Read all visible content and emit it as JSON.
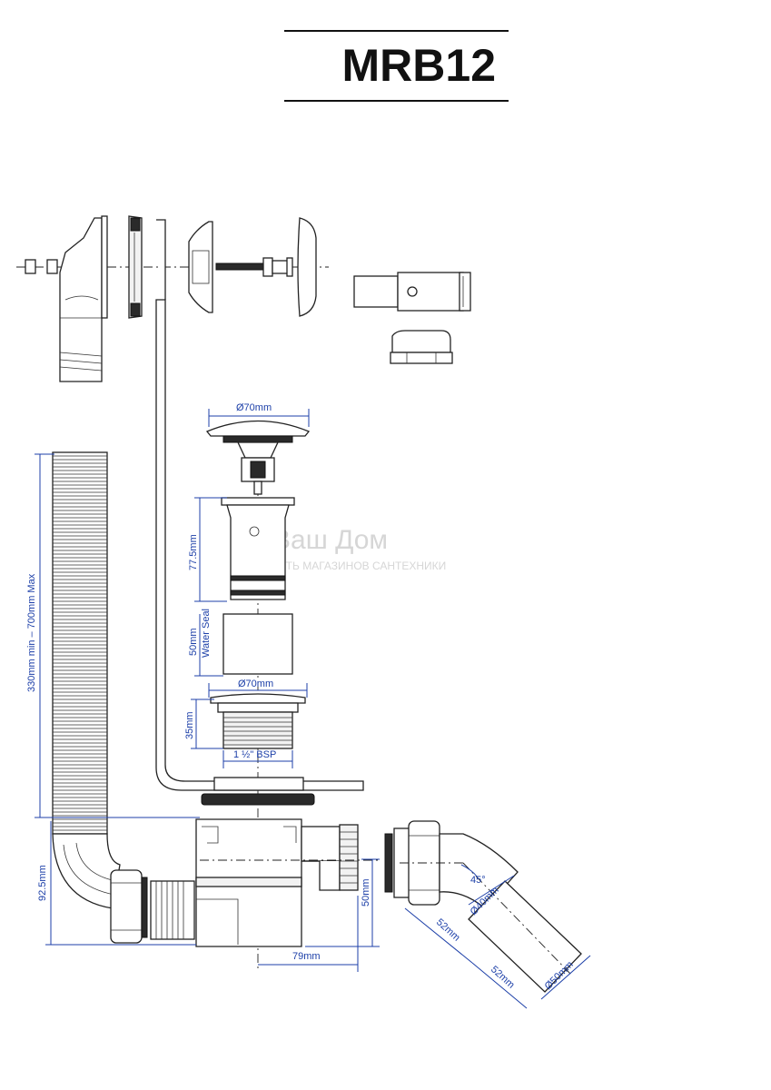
{
  "title": "MRB12",
  "watermark": {
    "brand": "Ваш Дом",
    "tagline": "СЕТЬ МАГАЗИНОВ САНТЕХНИКИ"
  },
  "dimensions": {
    "cap_diameter": "Ø70mm",
    "body_height": "77.5mm",
    "water_seal_height": "50mm",
    "water_seal_label": "Water Seal",
    "flange_diameter": "Ø70mm",
    "thread_height": "35mm",
    "thread_size": "1 ½\" BSP",
    "hose_length": "330mm min – 700mm Max",
    "trap_height": "92.5mm",
    "outlet_height": "50mm",
    "outlet_offset": "79mm",
    "bend_angle": "45°",
    "bend_diameter": "Ø40mm",
    "bend_length_a": "52mm",
    "bend_length_b": "52mm",
    "pipe_diameter": "Ø50mm"
  },
  "colors": {
    "dimension": "#1c3fa8",
    "outline": "#222222",
    "watermark": "#d6d6d6"
  }
}
